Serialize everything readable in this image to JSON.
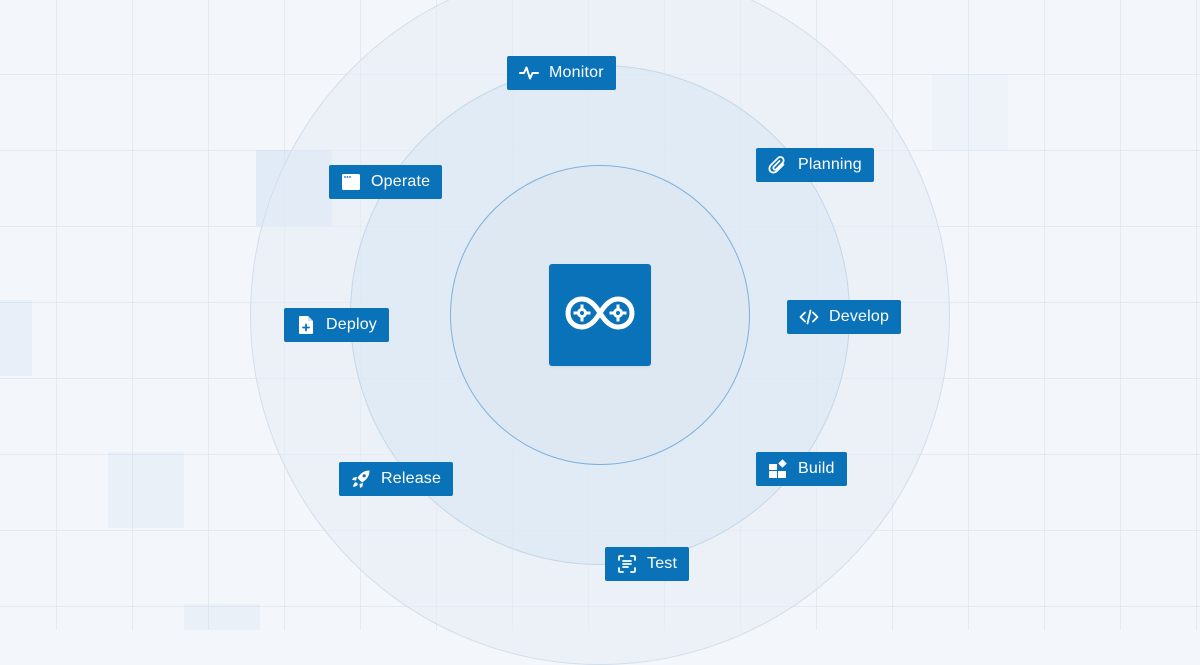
{
  "diagram": {
    "center": {
      "icon": "infinity-gears-icon"
    },
    "stages": [
      {
        "id": "monitor",
        "label": "Monitor",
        "icon": "activity-pulse-icon"
      },
      {
        "id": "planning",
        "label": "Planning",
        "icon": "paperclip-icon"
      },
      {
        "id": "develop",
        "label": "Develop",
        "icon": "code-icon"
      },
      {
        "id": "build",
        "label": "Build",
        "icon": "blocks-icon"
      },
      {
        "id": "test",
        "label": "Test",
        "icon": "text-scan-icon"
      },
      {
        "id": "release",
        "label": "Release",
        "icon": "rocket-icon"
      },
      {
        "id": "deploy",
        "label": "Deploy",
        "icon": "file-plus-icon"
      },
      {
        "id": "operate",
        "label": "Operate",
        "icon": "app-window-icon"
      }
    ]
  },
  "colors": {
    "accent": "#0a72b8",
    "background": "#f3f6fa",
    "label_text": "#ffffff"
  }
}
